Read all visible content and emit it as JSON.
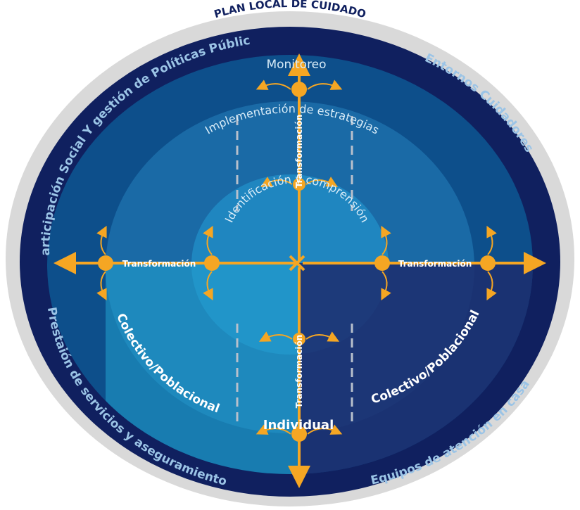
{
  "diagram": {
    "title": "PLAN LOCAL DE CUIDADO",
    "ring_labels": {
      "upper_left": "Participación Social Y gestión de Políticas Públicas",
      "upper_right": "Entornos Cuidadores",
      "lower_left": "Prestaión de servicios y aseguramiento",
      "lower_right": "Equipos de atención en casa"
    },
    "stage_labels": {
      "monitoring": "Monitoreo",
      "implementation": "Implementación de estrategias",
      "identification": "Identificación y comprensión"
    },
    "axis_labels": {
      "left": "Transformación",
      "right": "Transformación",
      "vertical_top": "Transformación",
      "vertical_bottom": "Transformación"
    },
    "quadrant_labels": {
      "left": "Colectivo/Poblacional",
      "right": "Colectivo/Poblacional",
      "bottom": "Individual"
    },
    "colors": {
      "outer_ring": "#d9d9d9",
      "band": "#10205f",
      "disc_outer": "#0d4f8b",
      "disc_mid": "#1a6aa6",
      "disc_inner": "#1f86c0",
      "lower_left_fill": "#23a3cf",
      "lower_right_fill": "#1d2d6d",
      "accent": "#f5a623",
      "text": "#ffffff"
    }
  }
}
